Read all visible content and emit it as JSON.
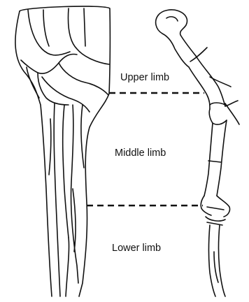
{
  "labels": {
    "upper": "Upper limb",
    "middle": "Middle limb",
    "lower": "Lower limb"
  },
  "colors": {
    "stroke": "#111111",
    "background": "#ffffff"
  },
  "panels": [
    "muscle-outline-left",
    "skeleton-outline-right"
  ],
  "dividers": [
    "upper-middle-boundary",
    "middle-lower-boundary"
  ]
}
